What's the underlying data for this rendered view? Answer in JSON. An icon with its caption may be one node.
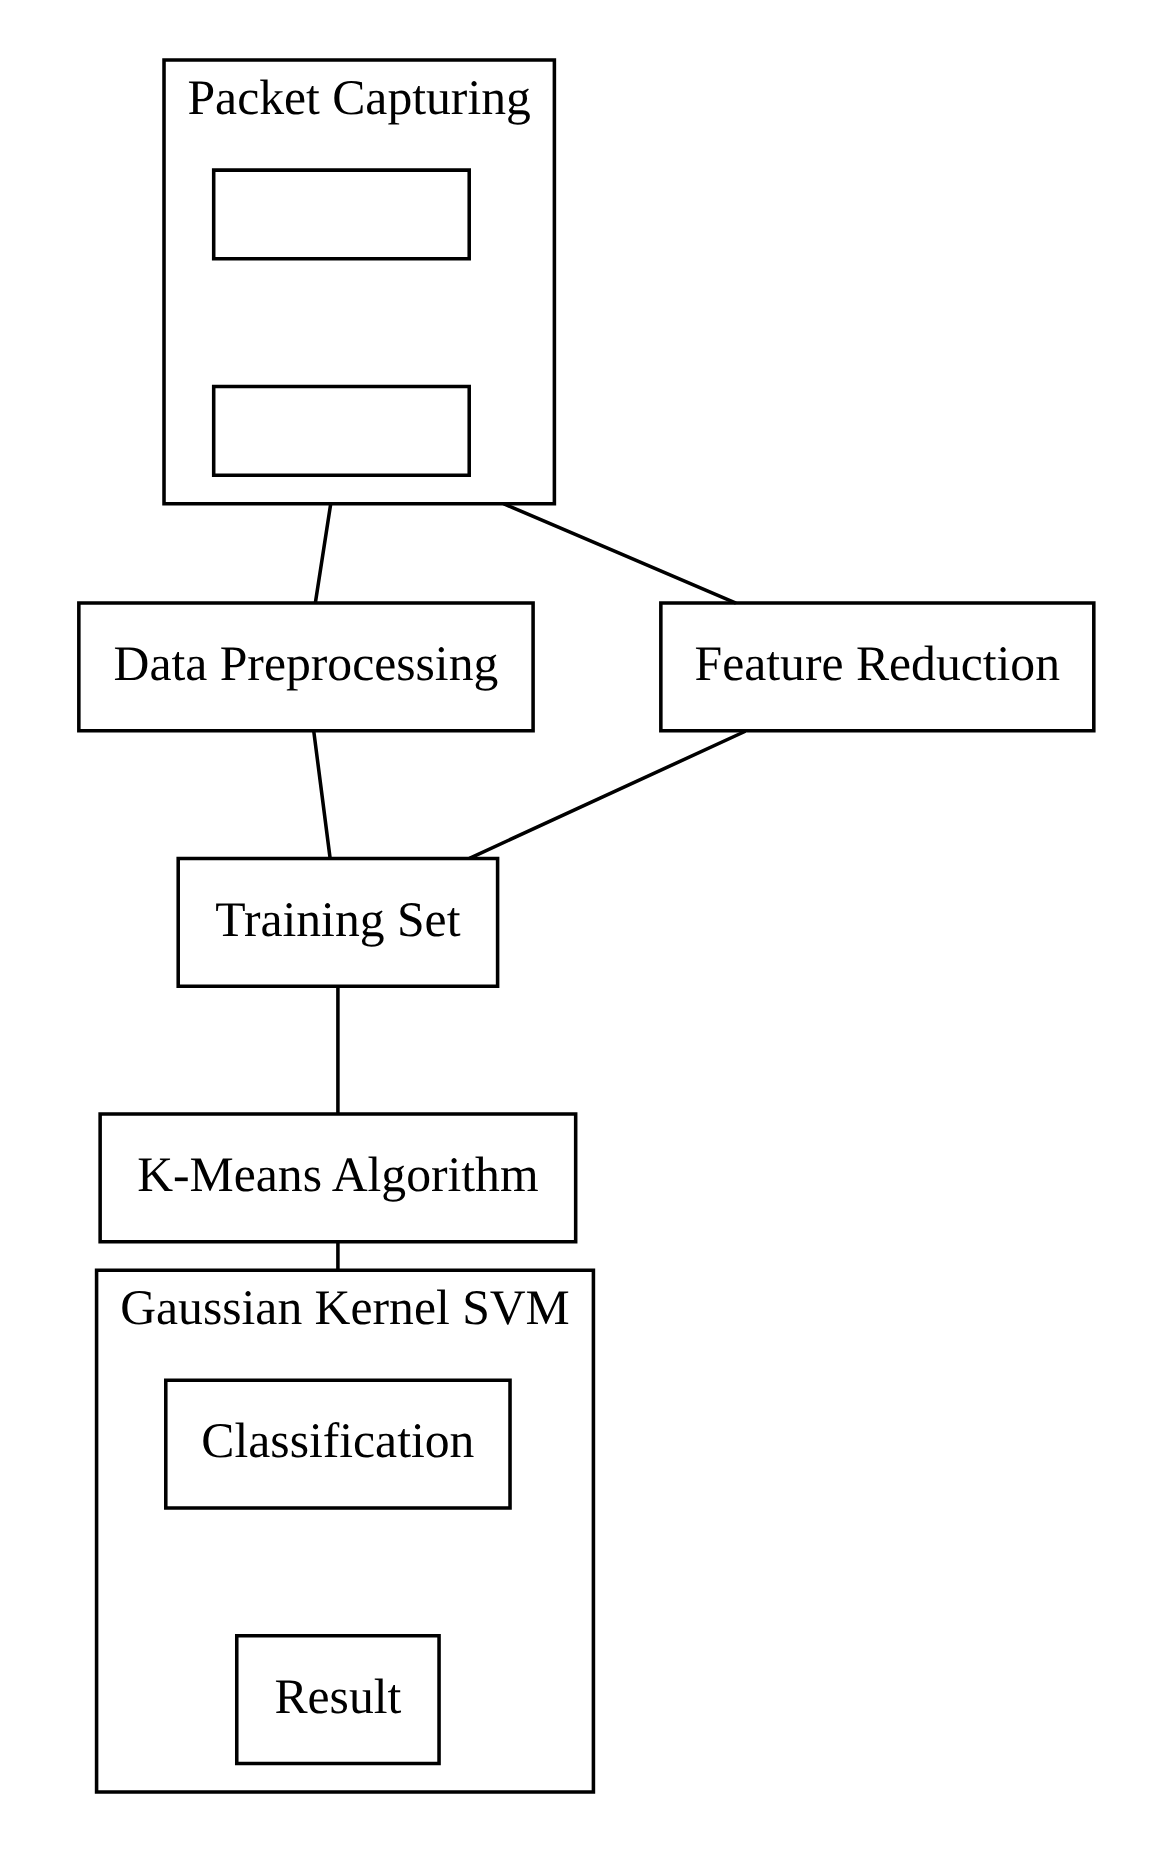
{
  "diagram": {
    "nodes": [
      {
        "text": [
          "Packet Capturing"
        ]
      },
      {
        "text": [],
        "shape": "box",
        "in": 0
      },
      {
        "text": [],
        "shape": "box",
        "in": 0
      },
      {
        "text": [
          "Data Preprocessing"
        ]
      },
      {
        "text": [
          "Feature Reduction"
        ]
      },
      {
        "text": [
          "Training Set"
        ]
      },
      {
        "text": [
          "K-Means Algorithm"
        ]
      },
      {
        "text": [
          "Gaussian Kernel SVM"
        ]
      },
      {
        "text": [
          "Classification"
        ],
        "in": 7
      },
      {
        "text": [
          "Result"
        ],
        "in": 7
      }
    ],
    "edges": [
      {
        "from": 0,
        "to": 3,
        "arrow": "none"
      },
      {
        "from": 0,
        "to": 4,
        "arrow": "none"
      },
      {
        "from": 3,
        "to": 5,
        "arrow": "none"
      },
      {
        "from": 4,
        "to": 5,
        "arrow": "none"
      },
      {
        "from": 5,
        "to": 6,
        "arrow": "none"
      },
      {
        "from": 6,
        "to": 7,
        "arrow": "none"
      }
    ]
  }
}
